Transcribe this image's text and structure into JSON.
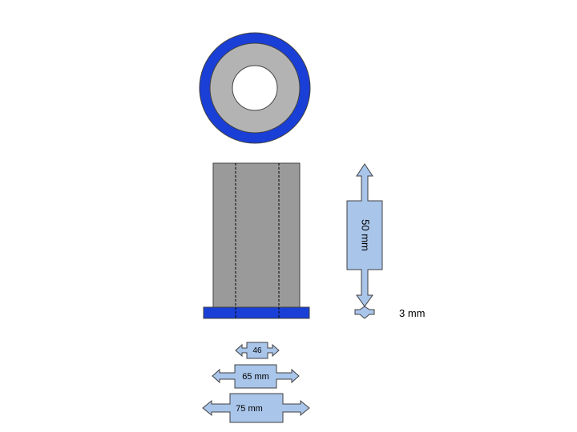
{
  "colors": {
    "outer_ring": "#1a3fd6",
    "middle_ring": "#b3b3b3",
    "bore": "#ffffff",
    "body": "#9a9a9a",
    "flange": "#1a3fd6",
    "arrow_fill": "#a9c5ea",
    "outline": "#404040"
  },
  "dimensions": {
    "height_label": "50 mm",
    "flange_label": "3 mm",
    "inner_label": "46",
    "middle_label": "65 mm",
    "outer_label": "75 mm"
  }
}
